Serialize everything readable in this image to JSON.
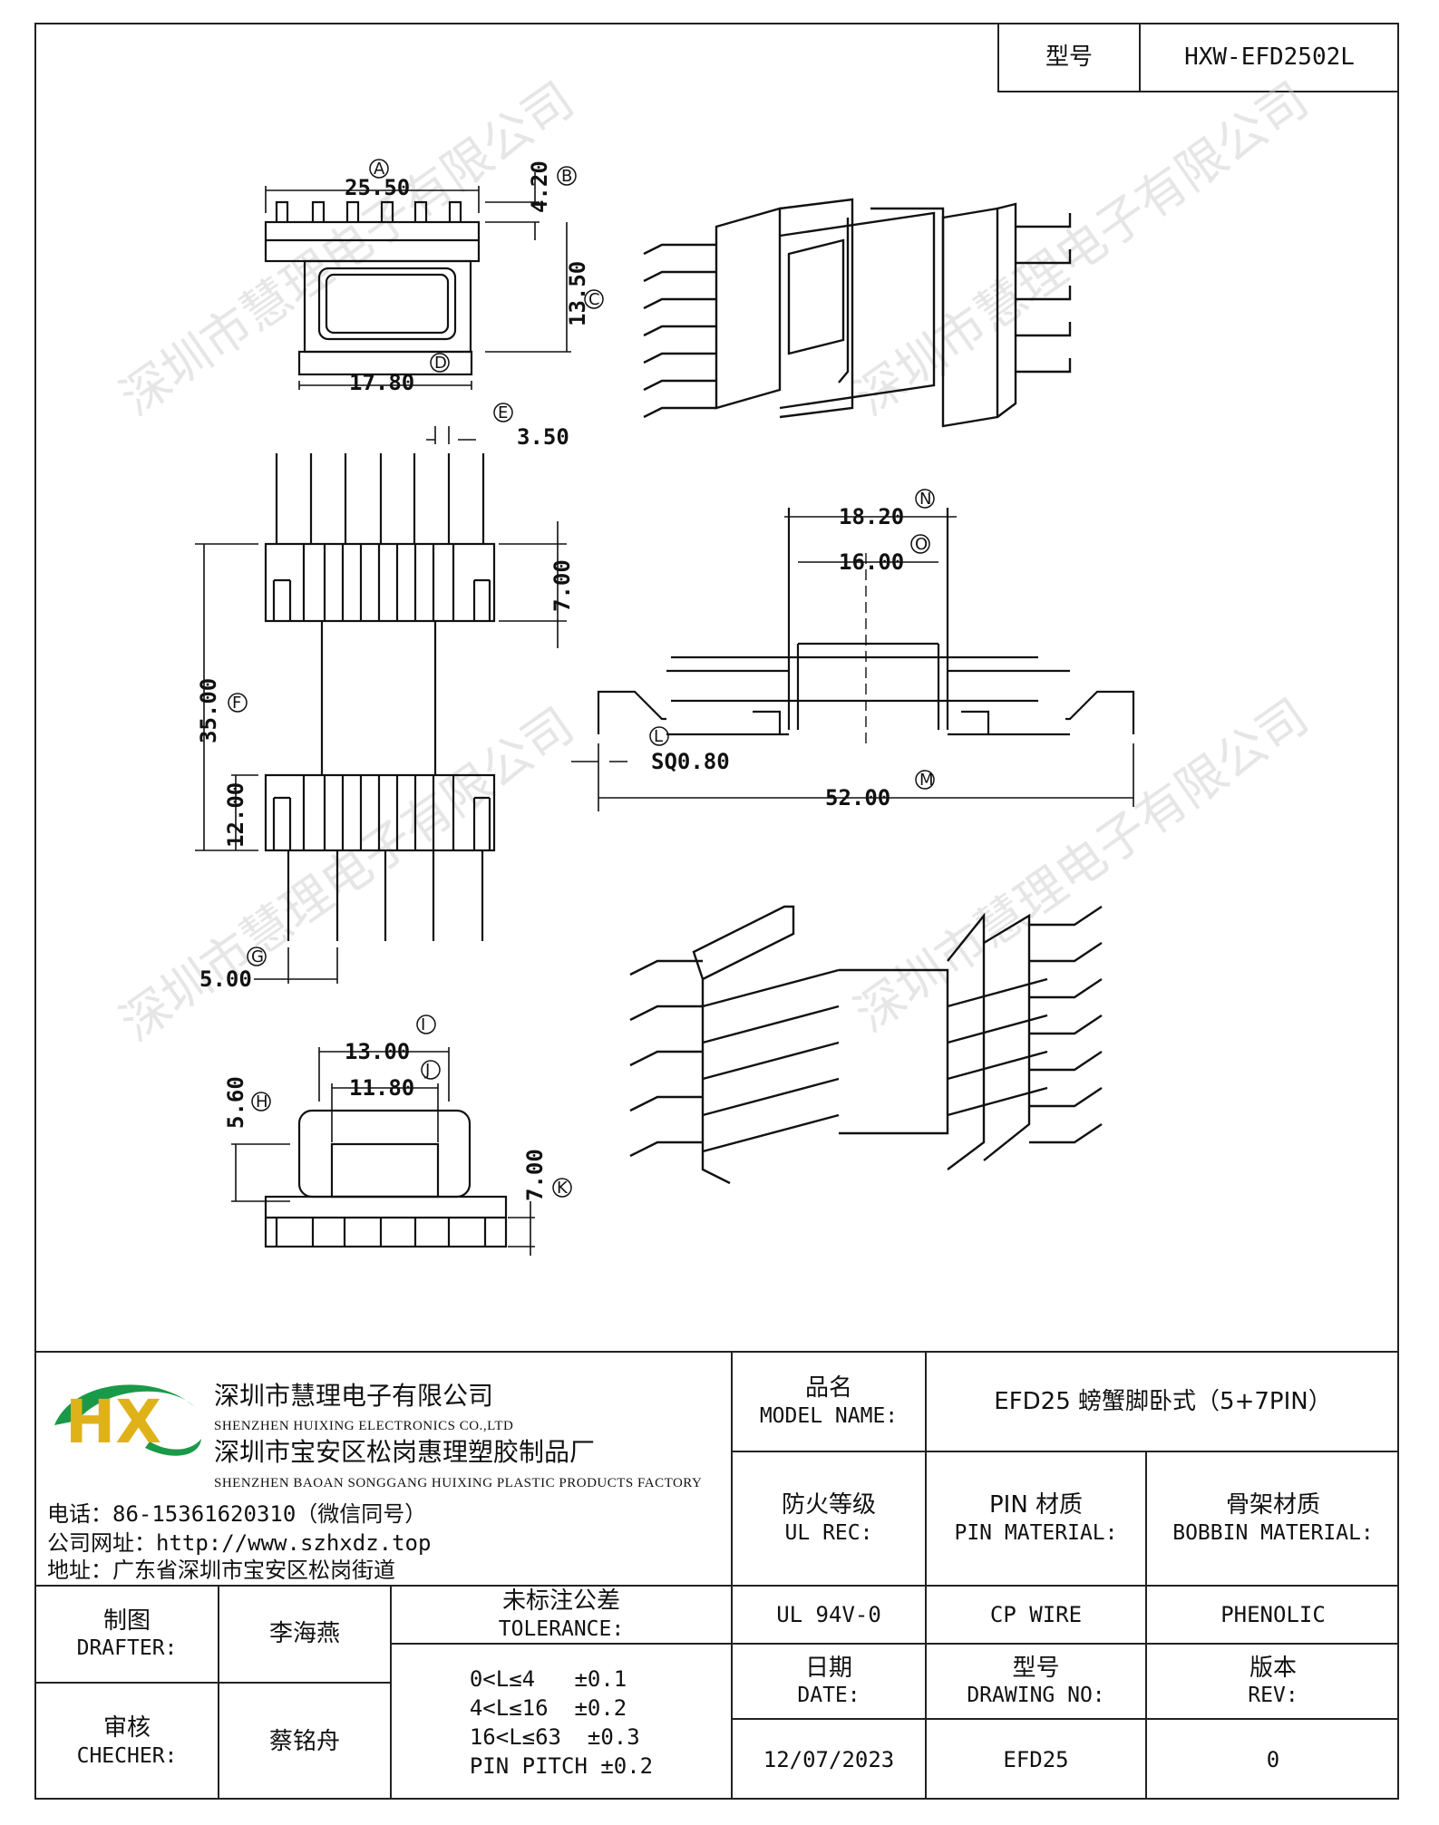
{
  "header": {
    "model_label": "型号",
    "model_value": "HXW-EFD2502L"
  },
  "dimensions": {
    "top_view": {
      "width_a": "25.50",
      "label_a": "A",
      "height_b": "4.20",
      "label_b": "B",
      "height_c": "13.50",
      "label_c": "C",
      "width_d": "17.80",
      "label_d": "D"
    },
    "side_view": {
      "pitch_e": "3.50",
      "label_e": "E",
      "height_g": "7.00",
      "length_f": "35.00",
      "label_f": "F",
      "length_12": "12.00",
      "pitch_g": "5.00",
      "label_g": "G"
    },
    "end_view": {
      "width_i": "13.00",
      "label_i": "I",
      "width_j": "11.80",
      "label_j": "J",
      "height_h": "5.60",
      "label_h": "H",
      "height_k": "7.00",
      "label_k": "K"
    },
    "front_view": {
      "width_n": "18.20",
      "label_n": "N",
      "width_o": "16.00",
      "label_o": "O",
      "pin_l": "SQ0.80",
      "label_l": "L",
      "length_m": "52.00",
      "label_m": "M"
    }
  },
  "watermark": "深圳市慧理电子有限公司",
  "company": {
    "name_cn": "深圳市慧理电子有限公司",
    "name_en": "SHENZHEN HUIXING ELECTRONICS CO.,LTD",
    "factory_cn": "深圳市宝安区松岗惠理塑胶制品厂",
    "factory_en": "SHENZHEN BAOAN SONGGANG HUIXING PLASTIC PRODUCTS FACTORY",
    "phone_label": "电话：",
    "phone_value": "86-15361620310（微信同号）",
    "web_label": "公司网址：",
    "web_value": "http://www.szhxdz.top",
    "addr_label": "地址：",
    "addr_value": "广东省深圳市宝安区松岗街道",
    "logo_text": "HX",
    "logo_colors": {
      "h": "#e0b21a",
      "x": "#1a9a48",
      "swoosh": "#1a9a48"
    }
  },
  "title_block": {
    "model_name_cn": "品名",
    "model_name_en": "MODEL NAME:",
    "model_name_value": "EFD25 螃蟹脚卧式（5+7PIN）",
    "ul_cn": "防火等级",
    "ul_en": "UL REC:",
    "pin_mat_cn": "PIN 材质",
    "pin_mat_en": "PIN MATERIAL:",
    "bobbin_mat_cn": "骨架材质",
    "bobbin_mat_en": "BOBBIN MATERIAL:",
    "ul_value": "UL 94V-0",
    "pin_mat_value": "CP WIRE",
    "bobbin_mat_value": "PHENOLIC",
    "date_cn": "日期",
    "date_en": "DATE:",
    "drawing_no_cn": "型号",
    "drawing_no_en": "DRAWING NO:",
    "rev_cn": "版本",
    "rev_en": "REV:",
    "date_value": "12/07/2023",
    "drawing_no_value": "EFD25",
    "rev_value": "0",
    "drafter_cn": "制图",
    "drafter_en": "DRAFTER:",
    "drafter_value": "李海燕",
    "checker_cn": "审核",
    "checker_en": "CHECHER:",
    "checker_value": "蔡铭舟",
    "tolerance_cn": "未标注公差",
    "tolerance_en": "TOLERANCE:",
    "tolerance_rows": [
      "0<L≤4   ±0.1",
      "4<L≤16  ±0.2",
      "16<L≤63  ±0.3",
      "PIN PITCH ±0.2"
    ]
  }
}
